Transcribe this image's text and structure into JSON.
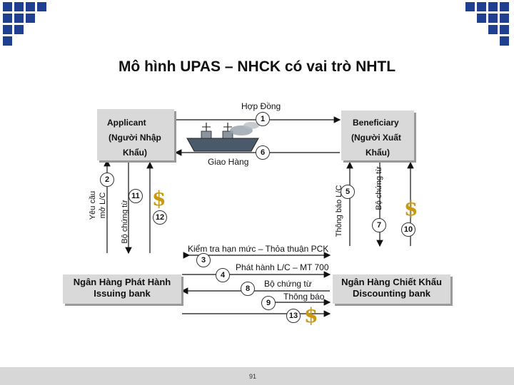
{
  "title": "Mô hình UPAS – NHCK có vai trò NHTL",
  "applicant": {
    "line1": "Applicant",
    "line2": "(Người Nhập",
    "line3": "Khẩu)"
  },
  "beneficiary": {
    "line1": "Beneficiary",
    "line2": "(Người Xuất",
    "line3": "Khẩu)"
  },
  "issuing_bank": {
    "line1": "Ngân Hàng Phát Hành",
    "line2": "Issuing bank"
  },
  "discounting_bank": {
    "line1": "Ngân Hàng Chiết Khấu",
    "line2": "Discounting bank"
  },
  "labels": {
    "hop_dong": "Hợp Đồng",
    "giao_hang": "Giao Hàng",
    "yeu_cau_line1": "Yêu cầu",
    "yeu_cau_line2": "mở L/C",
    "bo_chung_tu_left": "Bộ chứng từ",
    "thong_bao_lc": "Thông báo L/C",
    "bo_chung_tu_right": "Bộ chứng từ",
    "kiem_tra": "Kiểm tra hạn mức – Thỏa thuận PCK",
    "phat_hanh": "Phát hành L/C – MT 700",
    "bo_chung_tu_mid": "Bộ chứng từ",
    "thong_bao": "Thông báo"
  },
  "steps": [
    "1",
    "2",
    "3",
    "4",
    "5",
    "6",
    "7",
    "8",
    "9",
    "10",
    "11",
    "12",
    "13"
  ],
  "currency_symbol": "$",
  "page_number": "91",
  "colors": {
    "accent": "#1f3f8f",
    "box": "#d9d9d9",
    "dollar": "#c89a10"
  }
}
